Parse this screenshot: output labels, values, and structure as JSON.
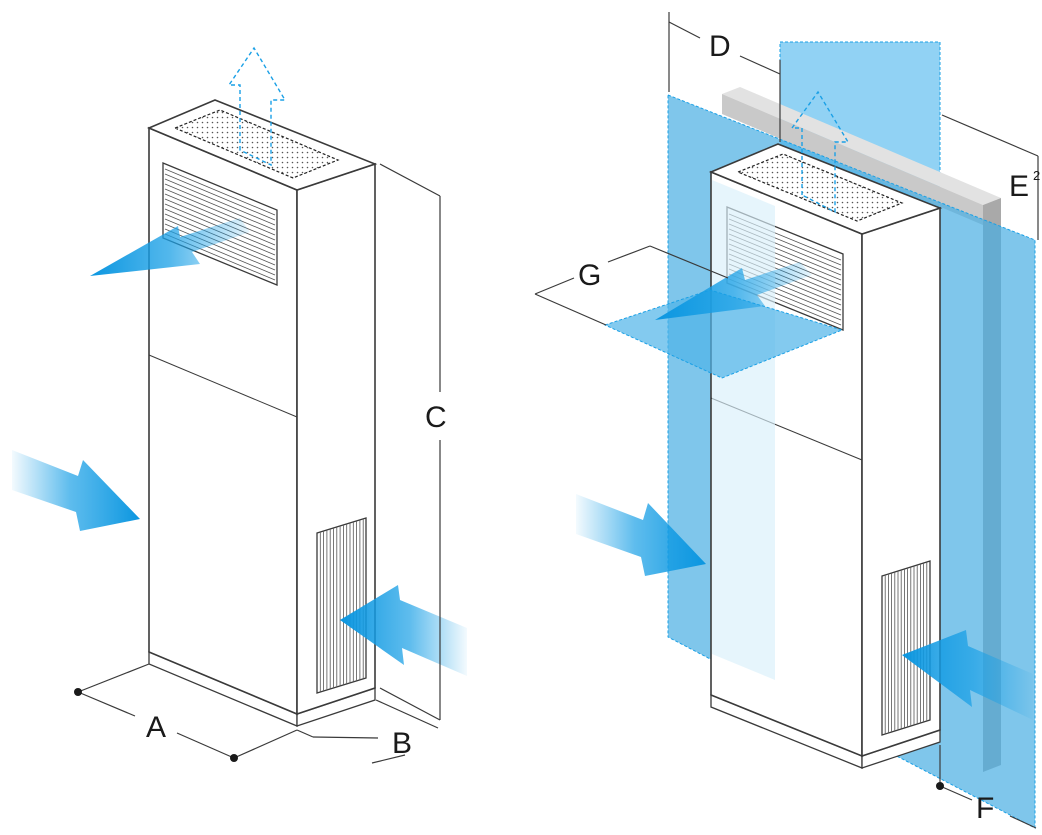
{
  "diagram": {
    "left_unit": {
      "dimensions": {
        "a": "A",
        "b": "B",
        "c": "C"
      }
    },
    "right_unit": {
      "dimensions": {
        "d": "D",
        "e": "E",
        "e_superscript": "2",
        "f": "F",
        "g": "G"
      }
    }
  },
  "colors": {
    "outline": "#3a3a3a",
    "unit_body": "#ffffff",
    "airflow_blue": "#1aa0e6",
    "clearance_zone": "#4fb3e8",
    "wall": "#d4d4d4"
  }
}
